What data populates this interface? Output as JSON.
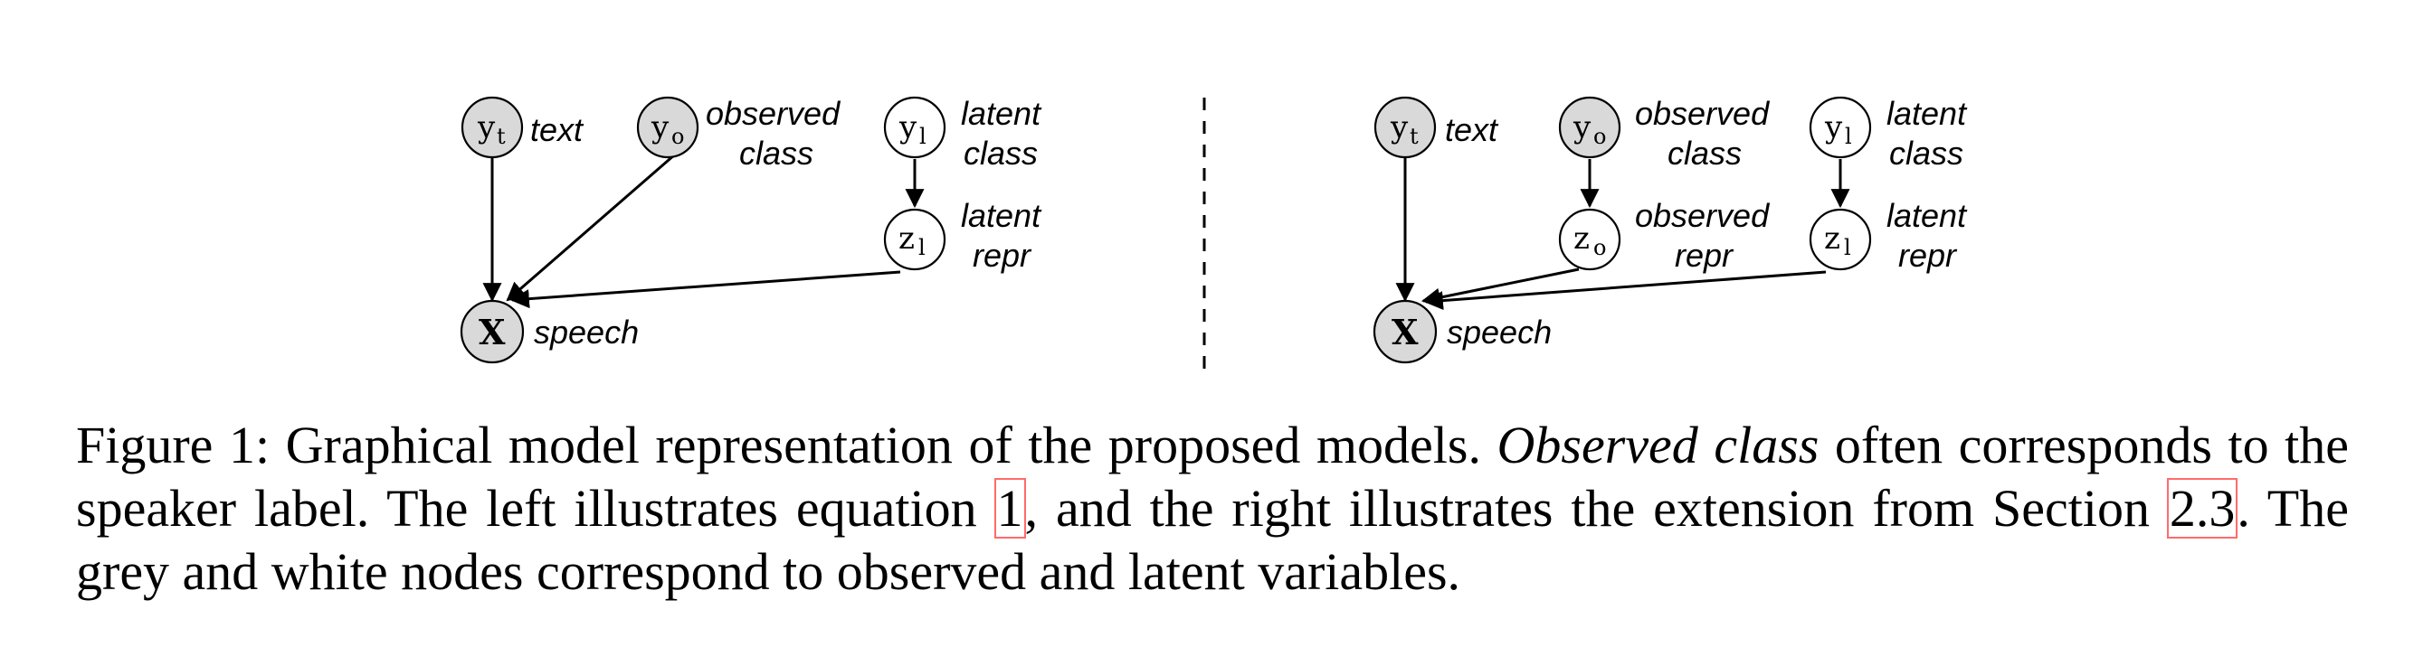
{
  "left_panel": {
    "nodes": {
      "yt": {
        "base": "y",
        "sub": "t"
      },
      "yo": {
        "base": "y",
        "sub": "o"
      },
      "yl": {
        "base": "y",
        "sub": "l"
      },
      "zl": {
        "base": "z",
        "sub": "l"
      },
      "x": {
        "base": "X"
      }
    },
    "labels": {
      "text": "text",
      "observed": "observed",
      "class1": "class",
      "latent": "latent",
      "class2": "class",
      "latent2": "latent",
      "repr": "repr",
      "speech": "speech"
    }
  },
  "right_panel": {
    "nodes": {
      "yt": {
        "base": "y",
        "sub": "t"
      },
      "yo": {
        "base": "y",
        "sub": "o"
      },
      "yl": {
        "base": "y",
        "sub": "l"
      },
      "zo": {
        "base": "z",
        "sub": "o"
      },
      "zl": {
        "base": "z",
        "sub": "l"
      },
      "x": {
        "base": "X"
      }
    },
    "labels": {
      "text": "text",
      "observed": "observed",
      "class1": "class",
      "latent": "latent",
      "class2": "class",
      "observed2": "observed",
      "repr1": "repr",
      "latent2": "latent",
      "repr2": "repr",
      "speech": "speech"
    }
  },
  "caption": {
    "p1": "Figure 1: Graphical model representation of the proposed models. ",
    "em": "Observed class",
    "p2": " often corresponds to the speaker label.  The left illustrates equation ",
    "ref1": "1",
    "p3": ", and the right illustrates the extension from Section ",
    "ref2": "2.3",
    "p4": ". The grey and white nodes correspond to observed and latent variables."
  }
}
